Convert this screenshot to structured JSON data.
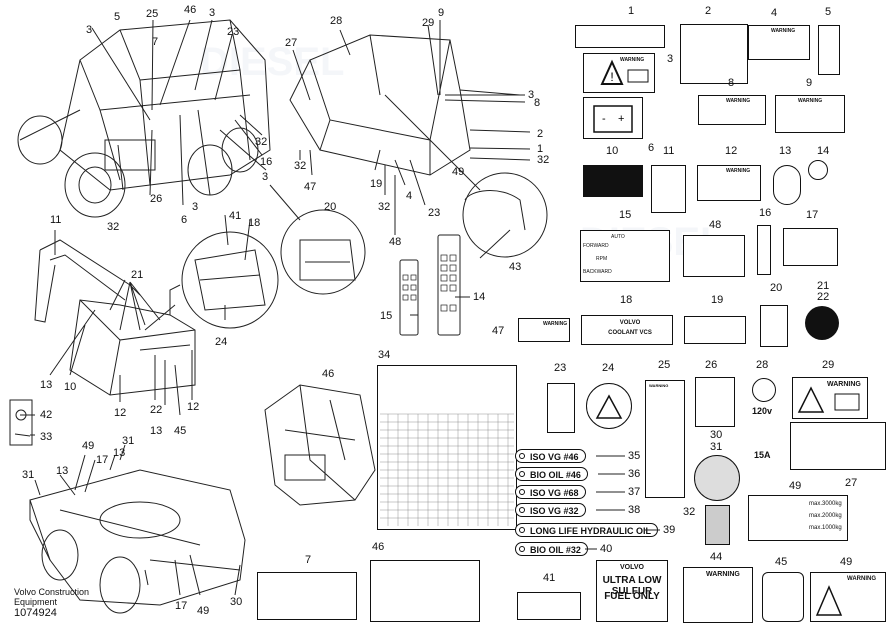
{
  "footer": {
    "line1": "Volvo Construction",
    "line2": "Equipment",
    "part_number": "1074924"
  },
  "decal_text": {
    "warning": "WARNING",
    "item10_auto": "AUTO",
    "item15_forward": "FORWARD",
    "item15_backward": "BACKWARD",
    "item15_rpm": "RPM",
    "item18_line1": "VOLVO",
    "item18_line2": "COOLANT VCS",
    "item28_voltage": "120v",
    "item28_current": "15A",
    "item44_brand": "VOLVO",
    "item44_line1": "ULTRA LOW SULFUR",
    "item44_line2": "FUEL ONLY",
    "item49_max1": "max.3000kg",
    "item49_max2": "max.2000kg",
    "item49_max3": "max.1000kg"
  },
  "oil_tags": [
    {
      "text": "ISO VG #46",
      "num": "35"
    },
    {
      "text": "BIO OIL #46",
      "num": "36"
    },
    {
      "text": "ISO VG #68",
      "num": "37"
    },
    {
      "text": "ISO VG #32",
      "num": "38"
    },
    {
      "text": "LONG LIFE HYDRAULIC OIL",
      "num": "39"
    },
    {
      "text": "BIO OIL #32",
      "num": "40"
    }
  ],
  "labels": [
    {
      "t": "5"
    },
    {
      "t": "25"
    },
    {
      "t": "46"
    },
    {
      "t": "3"
    },
    {
      "t": "3"
    },
    {
      "t": "7"
    },
    {
      "t": "23"
    },
    {
      "t": "26"
    },
    {
      "t": "6"
    },
    {
      "t": "3"
    },
    {
      "t": "32"
    },
    {
      "t": "16"
    },
    {
      "t": "3"
    },
    {
      "t": "32"
    },
    {
      "t": "28"
    },
    {
      "t": "27"
    },
    {
      "t": "29"
    },
    {
      "t": "9"
    },
    {
      "t": "3"
    },
    {
      "t": "8"
    },
    {
      "t": "2"
    },
    {
      "t": "1"
    },
    {
      "t": "32"
    },
    {
      "t": "49"
    },
    {
      "t": "32"
    },
    {
      "t": "47"
    },
    {
      "t": "19"
    },
    {
      "t": "32"
    },
    {
      "t": "4"
    },
    {
      "t": "23"
    },
    {
      "t": "48"
    },
    {
      "t": "43"
    },
    {
      "t": "20"
    },
    {
      "t": "41"
    },
    {
      "t": "18"
    },
    {
      "t": "24"
    },
    {
      "t": "11"
    },
    {
      "t": "21"
    },
    {
      "t": "13"
    },
    {
      "t": "10"
    },
    {
      "t": "12"
    },
    {
      "t": "22"
    },
    {
      "t": "13"
    },
    {
      "t": "45"
    },
    {
      "t": "12"
    },
    {
      "t": "15"
    },
    {
      "t": "14"
    },
    {
      "t": "34"
    },
    {
      "t": "46"
    },
    {
      "t": "42"
    },
    {
      "t": "33"
    },
    {
      "t": "31"
    },
    {
      "t": "49"
    },
    {
      "t": "17"
    },
    {
      "t": "13"
    },
    {
      "t": "31"
    },
    {
      "t": "13"
    },
    {
      "t": "17"
    },
    {
      "t": "49"
    },
    {
      "t": "30"
    },
    {
      "t": "1"
    },
    {
      "t": "2"
    },
    {
      "t": "3"
    },
    {
      "t": "4"
    },
    {
      "t": "5"
    },
    {
      "t": "8"
    },
    {
      "t": "6"
    },
    {
      "t": "9"
    },
    {
      "t": "10"
    },
    {
      "t": "11"
    },
    {
      "t": "12"
    },
    {
      "t": "13"
    },
    {
      "t": "14"
    },
    {
      "t": "15"
    },
    {
      "t": "48"
    },
    {
      "t": "16"
    },
    {
      "t": "17"
    },
    {
      "t": "20"
    },
    {
      "t": "21"
    },
    {
      "t": "22"
    },
    {
      "t": "47"
    },
    {
      "t": "18"
    },
    {
      "t": "19"
    },
    {
      "t": "23"
    },
    {
      "t": "24"
    },
    {
      "t": "25"
    },
    {
      "t": "26"
    },
    {
      "t": "28"
    },
    {
      "t": "29"
    },
    {
      "t": "30"
    },
    {
      "t": "31"
    },
    {
      "t": "27"
    },
    {
      "t": "32"
    },
    {
      "t": "49"
    },
    {
      "t": "7"
    },
    {
      "t": "46"
    },
    {
      "t": "41"
    },
    {
      "t": "44"
    },
    {
      "t": "45"
    },
    {
      "t": "49"
    }
  ]
}
